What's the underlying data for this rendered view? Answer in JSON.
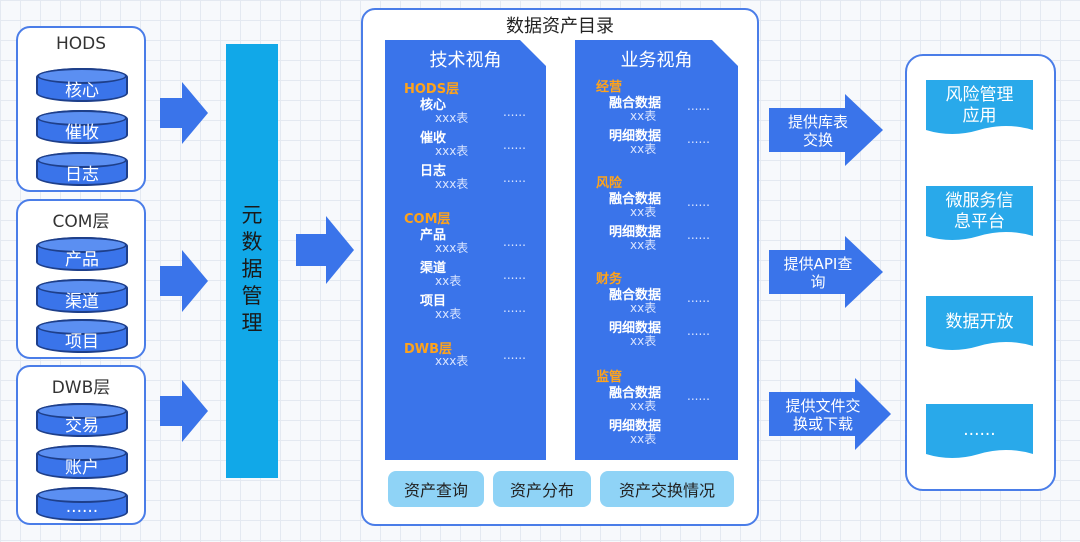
{
  "left_groups": [
    {
      "title": "HODS",
      "items": [
        "核心",
        "催收",
        "日志"
      ]
    },
    {
      "title": "COM层",
      "items": [
        "产品",
        "渠道",
        "项目"
      ]
    },
    {
      "title": "DWB层",
      "items": [
        "交易",
        "账户",
        "......"
      ]
    }
  ],
  "metadata": {
    "label": "元\n数\n据\n管\n理"
  },
  "catalog": {
    "title": "数据资产目录",
    "tech": {
      "title": "技术视角",
      "sections": [
        {
          "name": "HODS层",
          "rows": [
            {
              "label": "核心",
              "table": "xxx表",
              "dots": "......"
            },
            {
              "label": "催收",
              "table": "xxx表",
              "dots": "......"
            },
            {
              "label": "日志",
              "table": "xxx表",
              "dots": "......"
            }
          ]
        },
        {
          "name": "COM层",
          "rows": [
            {
              "label": "产品",
              "table": "xxx表",
              "dots": "......"
            },
            {
              "label": "渠道",
              "table": "xx表",
              "dots": "......"
            },
            {
              "label": "项目",
              "table": "xx表",
              "dots": "......"
            }
          ]
        },
        {
          "name": "DWB层",
          "rows": [
            {
              "label": "",
              "table": "xxx表",
              "dots": "......"
            }
          ]
        }
      ]
    },
    "biz": {
      "title": "业务视角",
      "sections": [
        {
          "name": "经营",
          "rows": [
            {
              "label": "融合数据",
              "table": "xx表",
              "dots": "......"
            },
            {
              "label": "明细数据",
              "table": "xx表",
              "dots": "......"
            }
          ]
        },
        {
          "name": "风险",
          "rows": [
            {
              "label": "融合数据",
              "table": "xx表",
              "dots": "......"
            },
            {
              "label": "明细数据",
              "table": "xx表",
              "dots": "......"
            }
          ]
        },
        {
          "name": "财务",
          "rows": [
            {
              "label": "融合数据",
              "table": "xx表",
              "dots": "......"
            },
            {
              "label": "明细数据",
              "table": "xx表",
              "dots": "......"
            }
          ]
        },
        {
          "name": "监管",
          "rows": [
            {
              "label": "融合数据",
              "table": "xx表",
              "dots": "......"
            },
            {
              "label": "明细数据",
              "table": "xx表",
              "dots": ""
            }
          ]
        }
      ]
    },
    "tabs": [
      "资产查询",
      "资产分布",
      "资产交换情况"
    ]
  },
  "services": [
    "提供库表\n交换",
    "提供API查\n询",
    "提供文件交\n换或下载"
  ],
  "apps": [
    "风险管理\n应用",
    "微服务信\n息平台",
    "数据开放",
    "......"
  ]
}
